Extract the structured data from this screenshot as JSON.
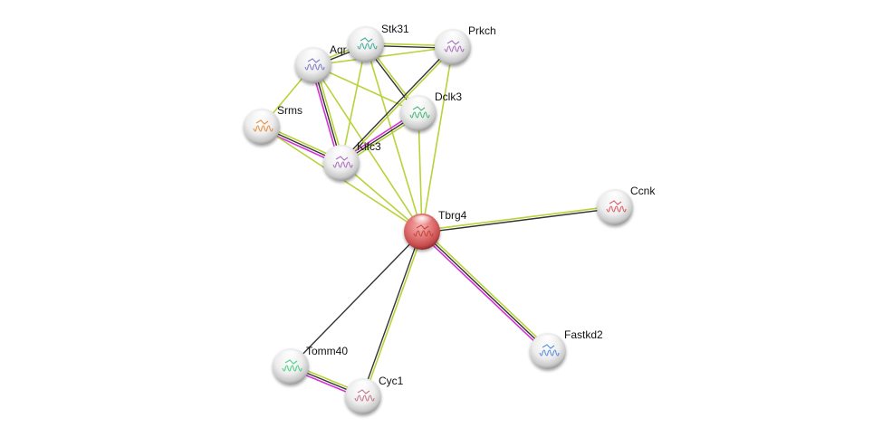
{
  "diagram": {
    "type": "protein-interaction-network",
    "query_node": "Tbrg4",
    "colors": {
      "query_node": "#d9595f",
      "node": "#e6e6e6",
      "textmining": "#b8d33a",
      "coexpression": "#333333",
      "experimental": "#d633d6"
    },
    "nodes": [
      {
        "id": "Tbrg4",
        "label": "Tbrg4",
        "query": true,
        "glyph": "#c0392b"
      },
      {
        "id": "Stk31",
        "label": "Stk31",
        "glyph": "#2a9d8f"
      },
      {
        "id": "Aqr",
        "label": "Aqr",
        "glyph": "#6a6ac0"
      },
      {
        "id": "Prkch",
        "label": "Prkch",
        "glyph": "#9b59b6"
      },
      {
        "id": "Dclk3",
        "label": "Dclk3",
        "glyph": "#27ae60"
      },
      {
        "id": "Srms",
        "label": "Srms",
        "glyph": "#e67e22"
      },
      {
        "id": "Kifc3",
        "label": "Kifc3",
        "glyph": "#9b59b6"
      },
      {
        "id": "Ccnk",
        "label": "Ccnk",
        "glyph": "#d9414a"
      },
      {
        "id": "Fastkd2",
        "label": "Fastkd2",
        "glyph": "#3b7dd8"
      },
      {
        "id": "Tomm40",
        "label": "Tomm40",
        "glyph": "#2ecc71"
      },
      {
        "id": "Cyc1",
        "label": "Cyc1",
        "glyph": "#c0607a"
      }
    ],
    "edges": [
      {
        "a": "Aqr",
        "b": "Stk31",
        "types": [
          "textmining",
          "coexpression"
        ]
      },
      {
        "a": "Aqr",
        "b": "Prkch",
        "types": [
          "textmining"
        ]
      },
      {
        "a": "Stk31",
        "b": "Prkch",
        "types": [
          "textmining",
          "coexpression"
        ]
      },
      {
        "a": "Aqr",
        "b": "Srms",
        "types": [
          "textmining"
        ]
      },
      {
        "a": "Aqr",
        "b": "Kifc3",
        "types": [
          "textmining",
          "coexpression",
          "experimental"
        ]
      },
      {
        "a": "Aqr",
        "b": "Dclk3",
        "types": [
          "textmining"
        ]
      },
      {
        "a": "Aqr",
        "b": "Tbrg4",
        "types": [
          "textmining"
        ]
      },
      {
        "a": "Stk31",
        "b": "Dclk3",
        "types": [
          "textmining",
          "coexpression"
        ]
      },
      {
        "a": "Stk31",
        "b": "Kifc3",
        "types": [
          "textmining"
        ]
      },
      {
        "a": "Stk31",
        "b": "Tbrg4",
        "types": [
          "textmining"
        ]
      },
      {
        "a": "Prkch",
        "b": "Kifc3",
        "types": [
          "textmining",
          "coexpression"
        ]
      },
      {
        "a": "Prkch",
        "b": "Tbrg4",
        "types": [
          "textmining"
        ]
      },
      {
        "a": "Dclk3",
        "b": "Kifc3",
        "types": [
          "textmining",
          "coexpression",
          "experimental"
        ]
      },
      {
        "a": "Dclk3",
        "b": "Tbrg4",
        "types": [
          "textmining"
        ]
      },
      {
        "a": "Srms",
        "b": "Kifc3",
        "types": [
          "textmining",
          "coexpression",
          "experimental"
        ]
      },
      {
        "a": "Srms",
        "b": "Tbrg4",
        "types": [
          "textmining"
        ]
      },
      {
        "a": "Kifc3",
        "b": "Tbrg4",
        "types": [
          "textmining"
        ]
      },
      {
        "a": "Tbrg4",
        "b": "Ccnk",
        "types": [
          "textmining",
          "coexpression"
        ]
      },
      {
        "a": "Tbrg4",
        "b": "Fastkd2",
        "types": [
          "textmining",
          "coexpression",
          "experimental"
        ]
      },
      {
        "a": "Tbrg4",
        "b": "Tomm40",
        "types": [
          "coexpression"
        ]
      },
      {
        "a": "Tbrg4",
        "b": "Cyc1",
        "types": [
          "textmining",
          "coexpression"
        ]
      },
      {
        "a": "Tomm40",
        "b": "Cyc1",
        "types": [
          "textmining",
          "coexpression",
          "experimental"
        ]
      }
    ]
  }
}
